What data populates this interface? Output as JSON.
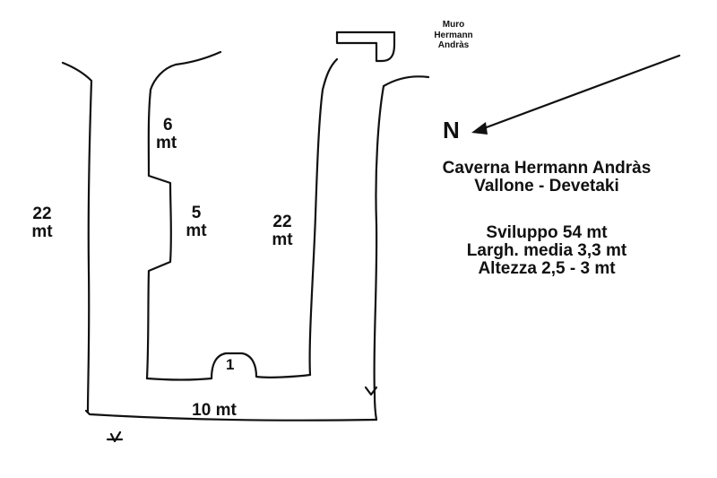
{
  "muro": {
    "line1": "Muro",
    "line2": "Hermann",
    "line3": "Andràs"
  },
  "north": "N",
  "title": {
    "line1": "Caverna Hermann Andràs",
    "line2": "Vallone - Devetaki"
  },
  "stats": {
    "sviluppo": "Sviluppo 54 mt",
    "larghezza": "Largh. media 3,3 mt",
    "altezza": "Altezza 2,5 - 3 mt"
  },
  "measures": {
    "left_outer": {
      "value": "22",
      "unit": "mt"
    },
    "top_inner": {
      "value": "6",
      "unit": "mt"
    },
    "mid_inner": {
      "value": "5",
      "unit": "mt"
    },
    "right_inner": {
      "value": "22",
      "unit": "mt"
    },
    "bottom": "10 mt",
    "point": "1"
  }
}
